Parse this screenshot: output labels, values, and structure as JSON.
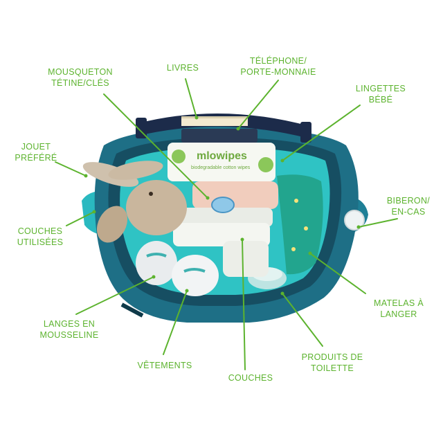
{
  "labels": {
    "mousqueton": "MOUSQUETON\nTÉTINE/CLÉS",
    "livres": "LIVRES",
    "telephone": "TÉLÉPHONE/\nPORTE-MONNAIE",
    "lingettes": "LINGETTES\nBÉBÉ",
    "jouet": "JOUET\nPRÉFÉRÉ",
    "biberon": "BIBERON/\nEN-CAS",
    "couches_utilisees": "COUCHES\nUTILISÉES",
    "matelas": "MATELAS À\nLANGER",
    "langes": "LANGES EN\nMOUSSELINE",
    "produits": "PRODUITS DE\nTOILETTE",
    "vetements": "VÊTEMENTS",
    "couches": "COUCHES"
  },
  "wipes_pack": {
    "brand": "mlowipes",
    "subtitle": "biodegradable cotton wipes"
  },
  "colors": {
    "label_green": "#5cb32e",
    "bag_teal": "#1e6f86",
    "bag_dark": "#164e62",
    "lining_turquoise": "#2fc3c4",
    "strap_navy": "#1c2b4a"
  }
}
